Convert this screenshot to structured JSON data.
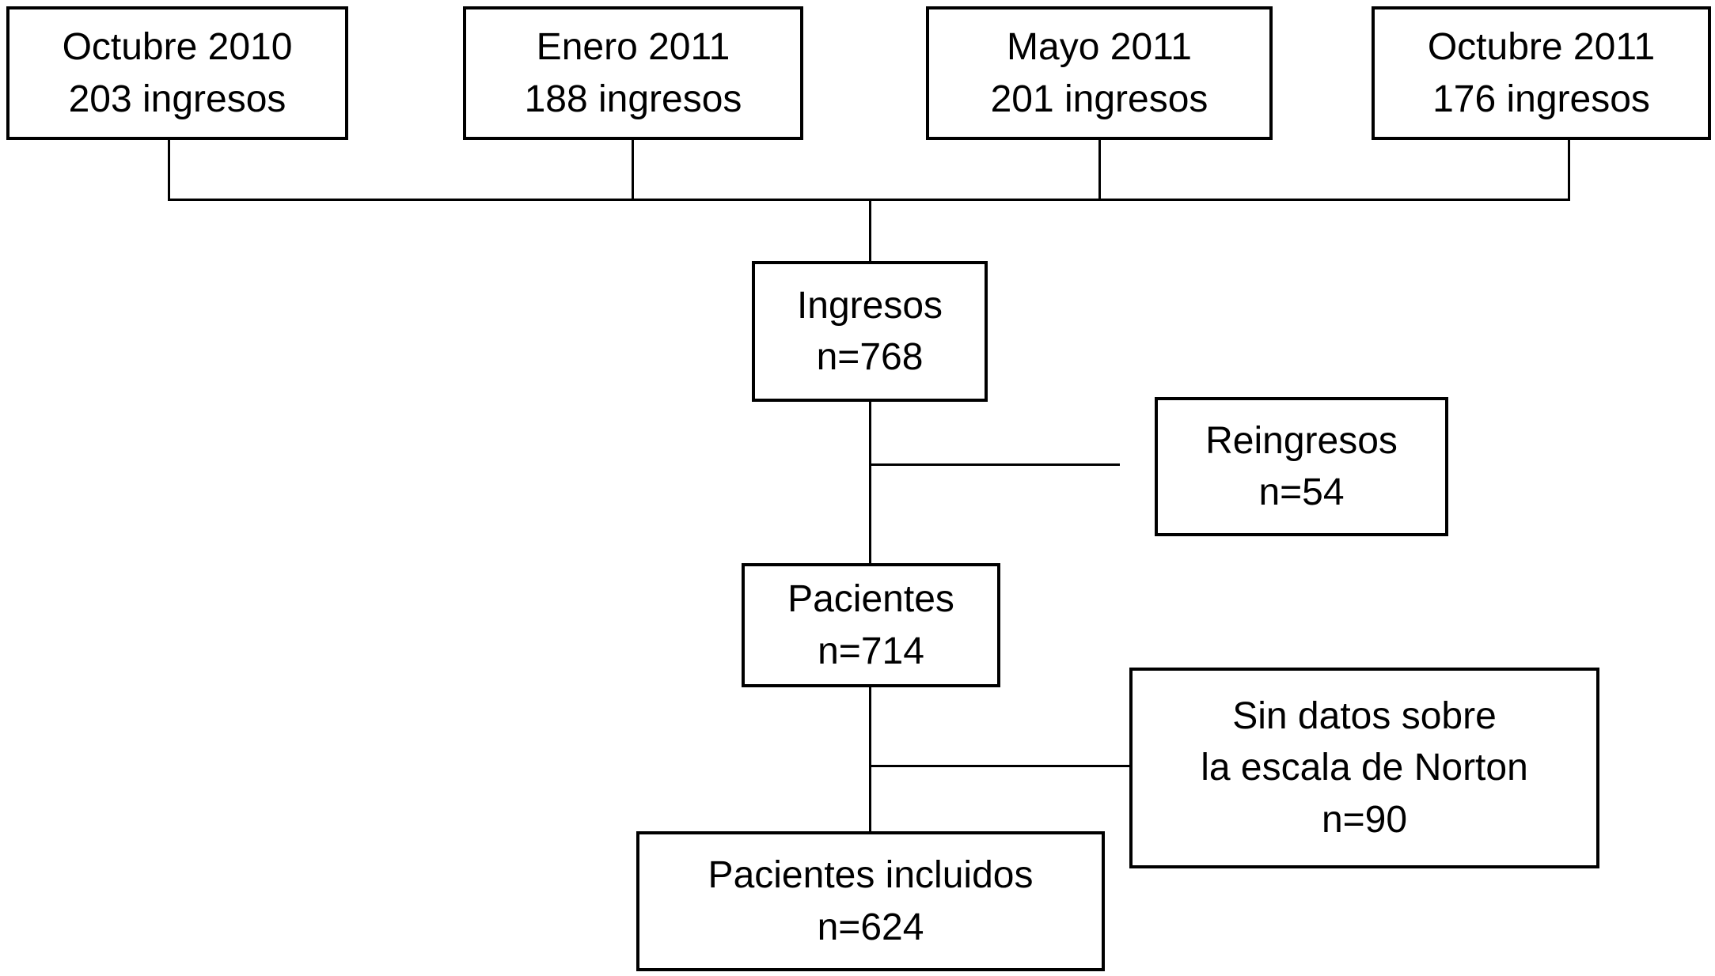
{
  "figure": {
    "type": "flowchart",
    "language": "es",
    "description": "Patient inclusion flow diagram"
  },
  "colors": {
    "border": "#000000",
    "fill": "#ffffff",
    "text": "#000000",
    "connector": "#000000",
    "background": "#ffffff"
  },
  "nodes": {
    "octubre_2010": {
      "line1": "Octubre 2010",
      "line2": "203 ingresos"
    },
    "enero_2011": {
      "line1": "Enero 2011",
      "line2": "188 ingresos"
    },
    "mayo_2011": {
      "line1": "Mayo 2011",
      "line2": "201 ingresos"
    },
    "octubre_2011": {
      "line1": "Octubre 2011",
      "line2": "176 ingresos"
    },
    "ingresos": {
      "line1": "Ingresos",
      "line2": "n=768"
    },
    "reingresos": {
      "line1": "Reingresos",
      "line2": "n=54"
    },
    "pacientes": {
      "line1": "Pacientes",
      "line2": "n=714"
    },
    "sin_datos_norton": {
      "line1": "Sin datos sobre",
      "line2": "la escala de Norton",
      "line3": "n=90"
    },
    "pacientes_incluidos": {
      "line1": "Pacientes incluidos",
      "line2": "n=624"
    }
  }
}
